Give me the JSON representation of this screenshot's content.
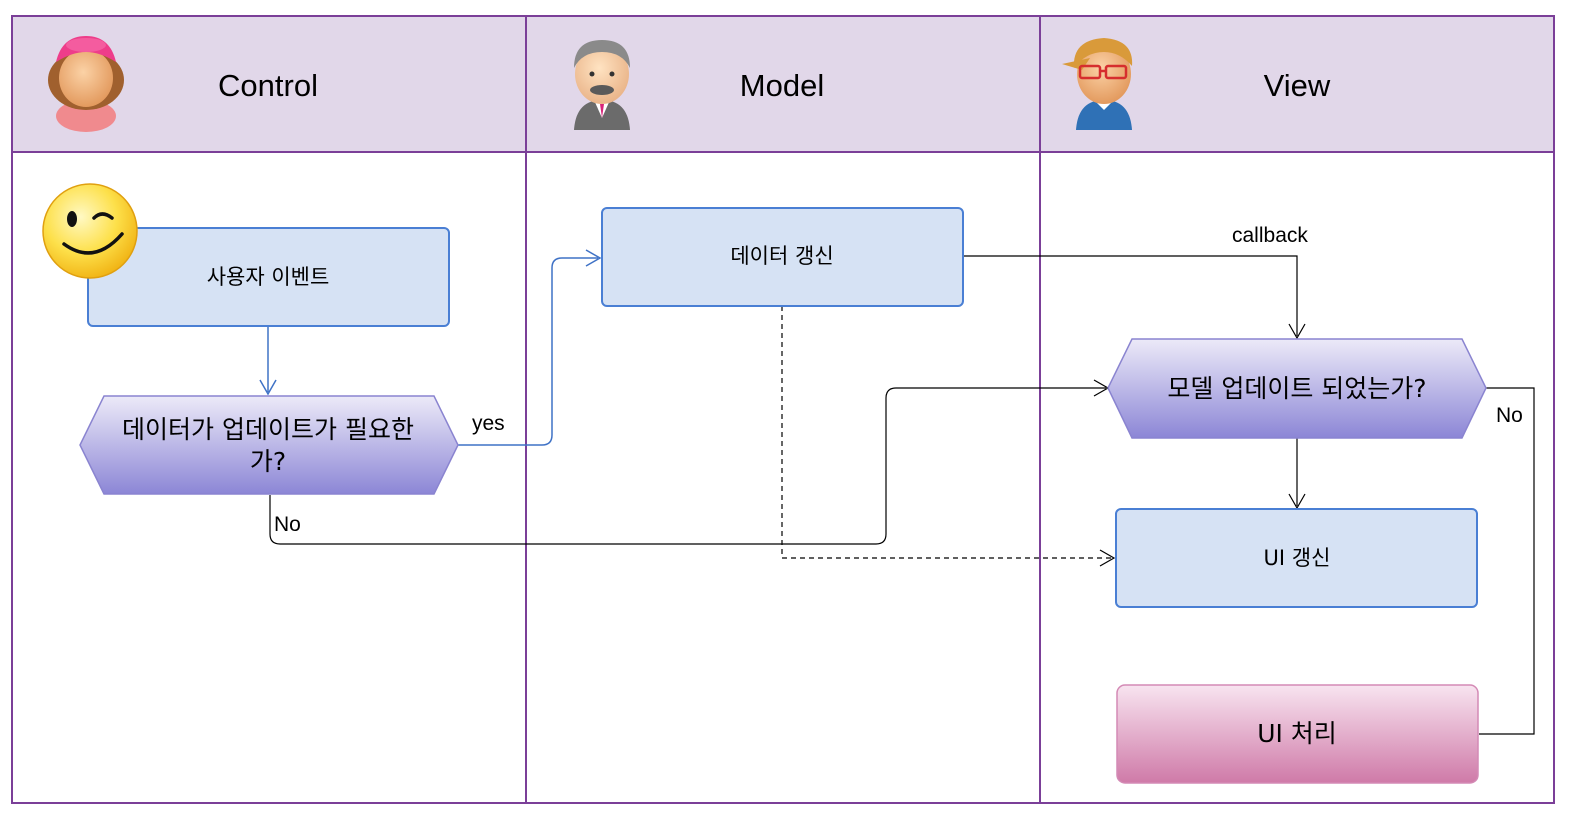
{
  "lanes": [
    {
      "title": "Control",
      "actor_icon": "woman-avatar-icon"
    },
    {
      "title": "Model",
      "actor_icon": "old-man-avatar-icon"
    },
    {
      "title": "View",
      "actor_icon": "man-with-glasses-avatar-icon"
    }
  ],
  "nodes": {
    "user_event": "사용자 이벤트",
    "needs_update": [
      "데이터가 업데이트가 필요한",
      "가?"
    ],
    "data_update": "데이터 갱신",
    "model_updated": "모델 업데이트 되었는가?",
    "ui_update": "UI 갱신",
    "ui_process": "UI 처리"
  },
  "edge_labels": {
    "yes": "yes",
    "no_left": "No",
    "callback": "callback",
    "no_right": "No"
  },
  "decorations": {
    "wink_icon": "winking-smiley-icon"
  },
  "colors": {
    "lane_border": "#7b3f98",
    "lane_header_bg": "#e1d7e9",
    "process_fill": "#d6e2f4",
    "process_stroke": "#4a7fd4",
    "decision_top": "#eceaf8",
    "decision_bottom": "#8c86d6",
    "decision_stroke": "#8a84d0",
    "pink_top": "#f7e1ee",
    "pink_bottom": "#cf7aa8",
    "pink_stroke": "#d48ab5",
    "blue_connector": "#3f72c6",
    "black_connector": "#000000"
  }
}
